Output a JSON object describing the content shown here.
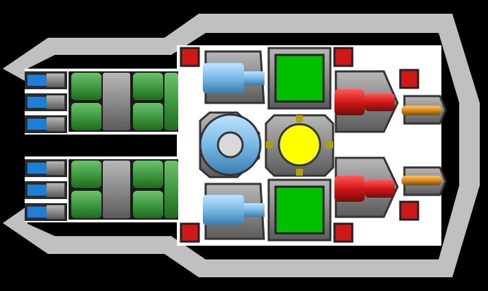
{
  "scene": {
    "view": "ship-layout",
    "background_color": "#000000",
    "hull_color": "#c0c0c0",
    "floor_color": "#ffffff"
  },
  "systems": {
    "engines": {
      "icon": "thruster-icon",
      "count": 6,
      "accent": "#1f7fd6"
    },
    "fuel_tanks": {
      "icon": "green-tank-icon",
      "accent": "#3f9b3f"
    },
    "shields": {
      "icon": "shield-dome-icon",
      "accent": "#79b9e6"
    },
    "weapons_blue": {
      "icon": "blue-cannon-icon",
      "count": 2
    },
    "screens": {
      "icon": "green-screen-icon",
      "count": 2,
      "accent": "#00c000"
    },
    "reactor": {
      "icon": "yellow-core-icon",
      "accent": "#ffff00"
    },
    "weapons_red": {
      "icon": "red-cannon-icon",
      "count": 2,
      "accent": "#d01818"
    },
    "turrets_orange": {
      "icon": "orange-turret-icon",
      "count": 2,
      "accent": "#d88a1c"
    },
    "hatches": {
      "icon": "red-hatch-icon",
      "count": 6,
      "accent": "#d01818"
    }
  }
}
